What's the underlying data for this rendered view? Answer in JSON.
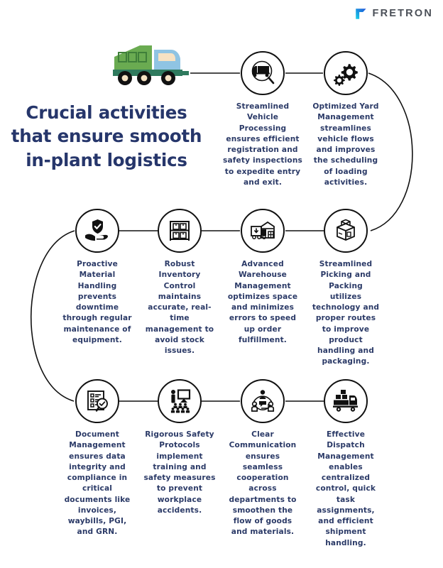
{
  "brand": {
    "name": "FRETRON",
    "mark_icon": "fretron-flag-icon",
    "mark_color_light": "#19d3e8",
    "mark_color_dark": "#1e4fd8",
    "text_color": "#4a4f57"
  },
  "headline": {
    "text": "Crucial activities that ensure smooth in-plant logistics",
    "color": "#26366b"
  },
  "decoration": {
    "truck_icon": "dump-truck-illustration",
    "bed_color": "#6aab51",
    "cab_color": "#8fc4e3",
    "chassis_color": "#2f7a5e",
    "window_color": "#f6e2c3",
    "wheel_color": "#111111",
    "hub_color": "#f6e2c3"
  },
  "connectors": {
    "line_color": "#111111",
    "line_width": 1.6
  },
  "nodes": [
    {
      "id": "streamlined-vehicle-processing",
      "icon": "truck-inspection-icon",
      "title": "Streamlined Vehicle Processing",
      "text": "Streamlined\nVehicle\nProcessing\nensures efficient\nregistration and\nsafety inspections\nto expedite entry\nand exit."
    },
    {
      "id": "optimized-yard-management",
      "icon": "gears-icon",
      "title": "Optimized Yard Management",
      "text": "Optimized Yard\nManagement\nstreamlines\nvehicle flows\nand improves\nthe scheduling\nof loading\nactivities."
    },
    {
      "id": "proactive-material-handling",
      "icon": "hand-shield-check-icon",
      "title": "Proactive Material Handling",
      "text": "Proactive\nMaterial\nHandling\nprevents\ndowntime\nthrough regular\nmaintenance of\nequipment."
    },
    {
      "id": "robust-inventory-control",
      "icon": "warehouse-rack-icon",
      "title": "Robust Inventory Control",
      "text": "Robust\nInventory\nControl\nmaintains\naccurate, real-\ntime\nmanagement to\navoid stock\nissues."
    },
    {
      "id": "advanced-warehouse-management",
      "icon": "warehouse-truck-icon",
      "title": "Advanced Warehouse Management",
      "text": "Advanced\nWarehouse\nManagement\noptimizes space\nand minimizes\nerrors to speed\nup order\nfulfillment."
    },
    {
      "id": "streamlined-picking-and-packing",
      "icon": "open-box-icon",
      "title": "Streamlined Picking and Packing",
      "text": "Streamlined\nPicking and\nPacking\nutilizes\ntechnology and\nproper routes\nto improve\nproduct\nhandling and\npackaging."
    },
    {
      "id": "document-management",
      "icon": "document-checklist-verified-icon",
      "title": "Document Management",
      "text": "Document\nManagement\nensures data\nintegrity and\ncompliance in\ncritical\ndocuments like\ninvoices,\nwaybills, PGI,\nand GRN."
    },
    {
      "id": "rigorous-safety-protocols",
      "icon": "safety-training-icon",
      "title": "Rigorous Safety Protocols",
      "text": "Rigorous Safety\nProtocols\nimplement\ntraining and\nsafety measures\nto prevent\nworkplace\naccidents."
    },
    {
      "id": "clear-communication",
      "icon": "team-communication-icon",
      "title": "Clear Communication",
      "text": "Clear\nCommunication\nensures\nseamless\ncooperation\nacross\ndepartments to\nsmoothen the\nflow of goods\nand materials."
    },
    {
      "id": "effective-dispatch-management",
      "icon": "dispatch-truck-boxes-icon",
      "title": "Effective Dispatch Management",
      "text": "Effective\nDispatch\nManagement\nenables\ncentralized\ncontrol, quick\ntask\nassignments,\nand efficient\nshipment\nhandling."
    }
  ]
}
